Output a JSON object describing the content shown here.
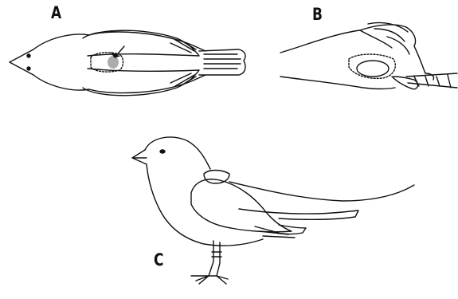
{
  "figure": {
    "panels": [
      {
        "id": "A",
        "label": "A"
      },
      {
        "id": "B",
        "label": "B"
      },
      {
        "id": "C",
        "label": "C"
      }
    ],
    "colors": {
      "ink": "#111111",
      "background": "#ffffff"
    }
  }
}
